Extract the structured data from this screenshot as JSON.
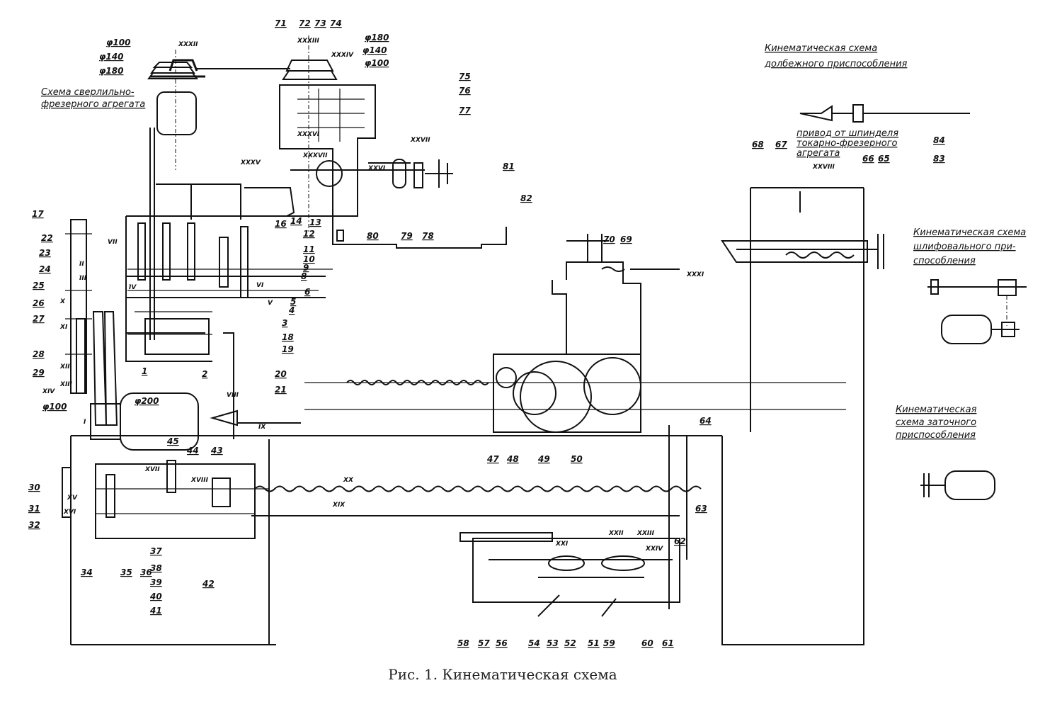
{
  "caption": "Рис. 1. Кинематическая схема",
  "titles": {
    "drilling_milling": [
      "Схема сверлильно-",
      "фрезерного агрегата"
    ],
    "slotting": [
      "Кинематическая схема",
      "долбежного приспособления"
    ],
    "drive_note": [
      "привод от шпинделя",
      "токарно-фрезерного",
      "агрегата"
    ],
    "grinding": [
      "Кинематическая схема",
      "шлифовального при-",
      "способления"
    ],
    "sharpening": [
      "Кинематическая",
      "схема заточного",
      "приспособления"
    ]
  },
  "diameters": [
    "φ100",
    "φ140",
    "φ180",
    "φ180",
    "φ140",
    "φ100",
    "φ200",
    "φ100"
  ],
  "part_numbers": [
    "1",
    "2",
    "3",
    "4",
    "5",
    "6",
    "8",
    "9",
    "10",
    "11",
    "12",
    "13",
    "14",
    "16",
    "17",
    "18",
    "19",
    "20",
    "21",
    "22",
    "23",
    "24",
    "25",
    "26",
    "27",
    "28",
    "29",
    "30",
    "31",
    "32",
    "34",
    "35",
    "36",
    "37",
    "38",
    "39",
    "40",
    "41",
    "42",
    "43",
    "44",
    "45",
    "47",
    "48",
    "49",
    "50",
    "51",
    "52",
    "53",
    "54",
    "56",
    "57",
    "58",
    "59",
    "60",
    "61",
    "62",
    "63",
    "64",
    "65",
    "66",
    "67",
    "68",
    "69",
    "70",
    "71",
    "72",
    "73",
    "74",
    "75",
    "76",
    "77",
    "78",
    "79",
    "80",
    "81",
    "82",
    "83",
    "84"
  ],
  "shafts": [
    "XXXII",
    "XXXIII",
    "XXXIV",
    "XXXV",
    "XXXVI",
    "XXXVII",
    "XXXI",
    "VII",
    "I",
    "II",
    "III",
    "IV",
    "V",
    "VI",
    "VIII",
    "IX",
    "X",
    "XI",
    "XII",
    "XIII",
    "XIV",
    "XV",
    "XVI",
    "XVII",
    "XVIII",
    "XIX",
    "XX",
    "XXI",
    "XXII",
    "XXIII",
    "XXIV",
    "XXVI",
    "XXVII",
    "XXVIII"
  ]
}
